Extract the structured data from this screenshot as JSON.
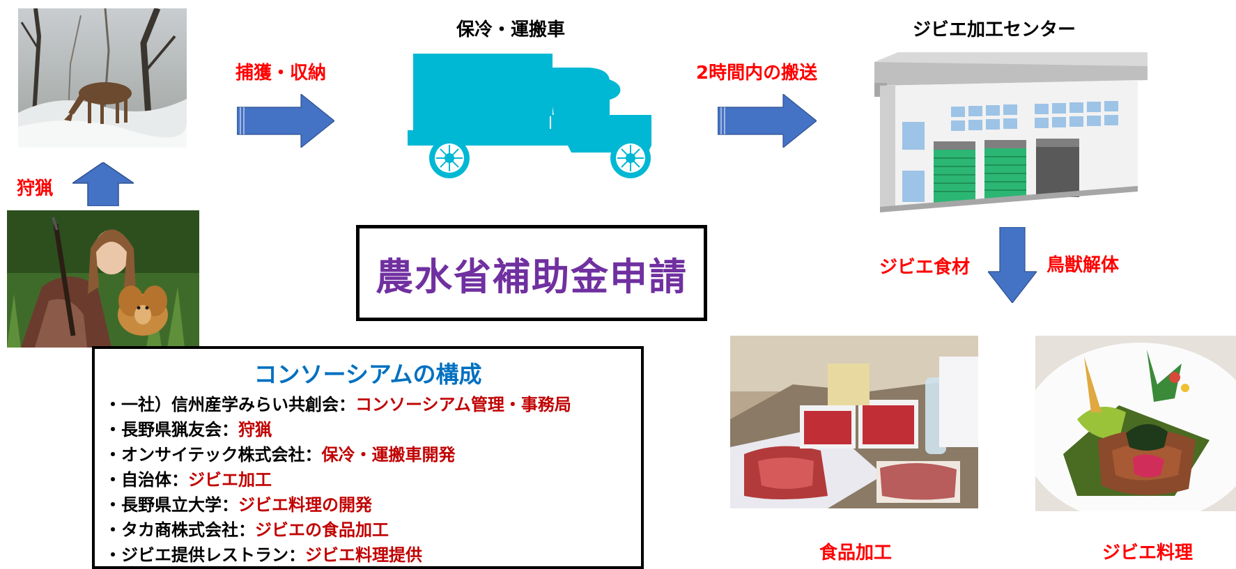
{
  "steps": {
    "capture_label": "捕獲・収納",
    "truck_title": "保冷・運搬車",
    "transport_label": "2時間内の搬送",
    "center_title": "ジビエ加工センター",
    "hunting_label": "狩猟",
    "gibier_food_label": "ジビエ食材",
    "dismantle_label": "鳥獣解体",
    "food_processing_label": "食品加工",
    "gibier_cuisine_label": "ジビエ料理"
  },
  "central": {
    "title": "農水省補助金申請"
  },
  "consortium": {
    "title": "コンソーシアムの構成",
    "members": [
      {
        "name": "・一社）信州産学みらい共創会：",
        "role": "コンソーシアム管理・事務局"
      },
      {
        "name": "・長野県猟友会：",
        "role": "狩猟"
      },
      {
        "name": "・オンサイテック株式会社：",
        "role": "保冷・運搬車開発"
      },
      {
        "name": "・自治体：",
        "role": "ジビエ加工"
      },
      {
        "name": "・長野県立大学：",
        "role": "ジビエ料理の開発"
      },
      {
        "name": "・タカ商株式会社：",
        "role": "ジビエの食品加工"
      },
      {
        "name": "・ジビエ提供レストラン：",
        "role": "ジビエ料理提供"
      }
    ]
  },
  "colors": {
    "label_red": "#ff0000",
    "role_red": "#c00000",
    "arrow_blue": "#4472c4",
    "truck_cyan": "#00b8d4",
    "central_purple": "#7030a0",
    "consortium_title_blue": "#0070c0"
  },
  "icons": {
    "truck": "truck-icon",
    "building": "building-icon",
    "arrow": "block-arrow-icon"
  }
}
